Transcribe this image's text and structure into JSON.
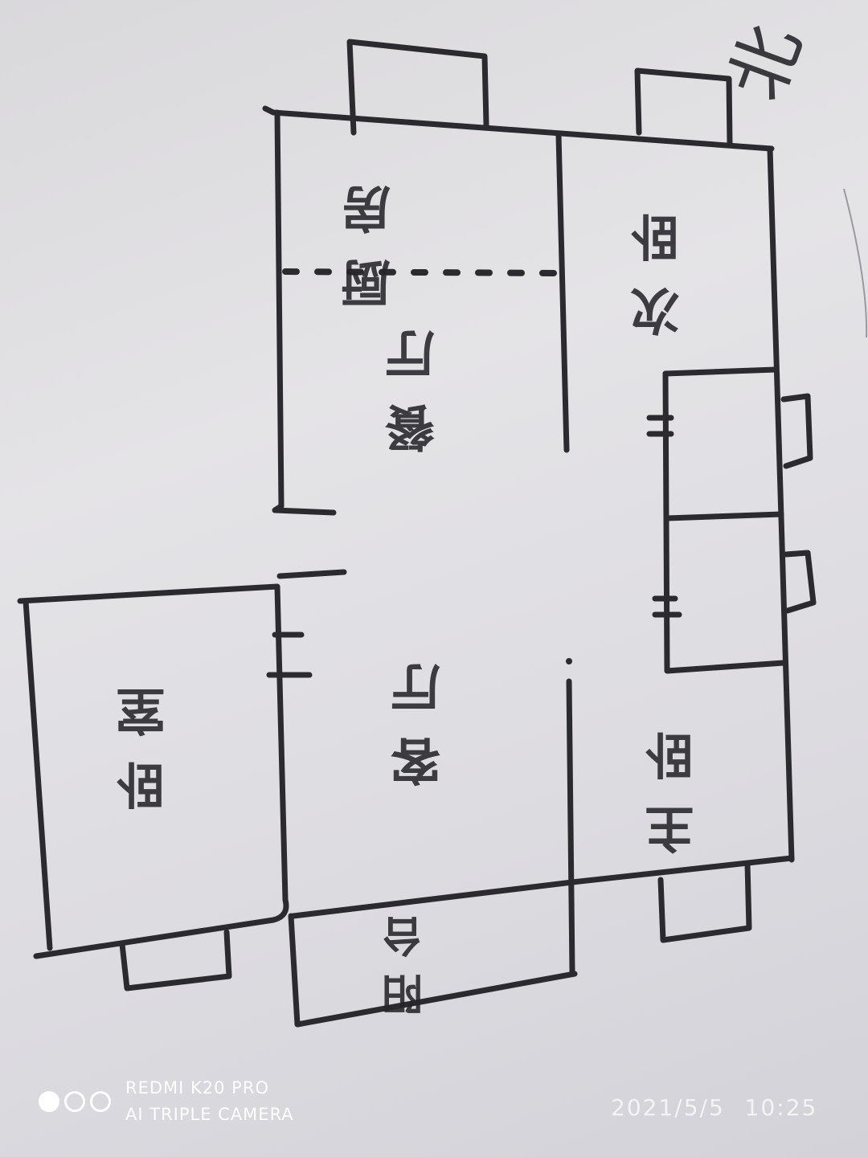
{
  "drawing": {
    "type": "hand-drawn floor plan",
    "ink_color": "#2b2b2f",
    "paper_color": "#e0dfe3",
    "north_marker": "北",
    "rooms": [
      {
        "id": "kitchen",
        "label": "厨房"
      },
      {
        "id": "second-bedroom",
        "label": "次卧"
      },
      {
        "id": "dining-room",
        "label": "餐厅"
      },
      {
        "id": "living-room",
        "label": "客厅"
      },
      {
        "id": "master-bedroom",
        "label": "主卧"
      },
      {
        "id": "bedroom",
        "label": "卧室"
      },
      {
        "id": "balcony",
        "label": "阳台"
      }
    ]
  },
  "camera_watermark": {
    "model": "REDMI K20 PRO",
    "subtitle": "AI TRIPLE CAMERA",
    "datetime": "2021/5/5  10:25",
    "text_color": "#ffffff"
  }
}
